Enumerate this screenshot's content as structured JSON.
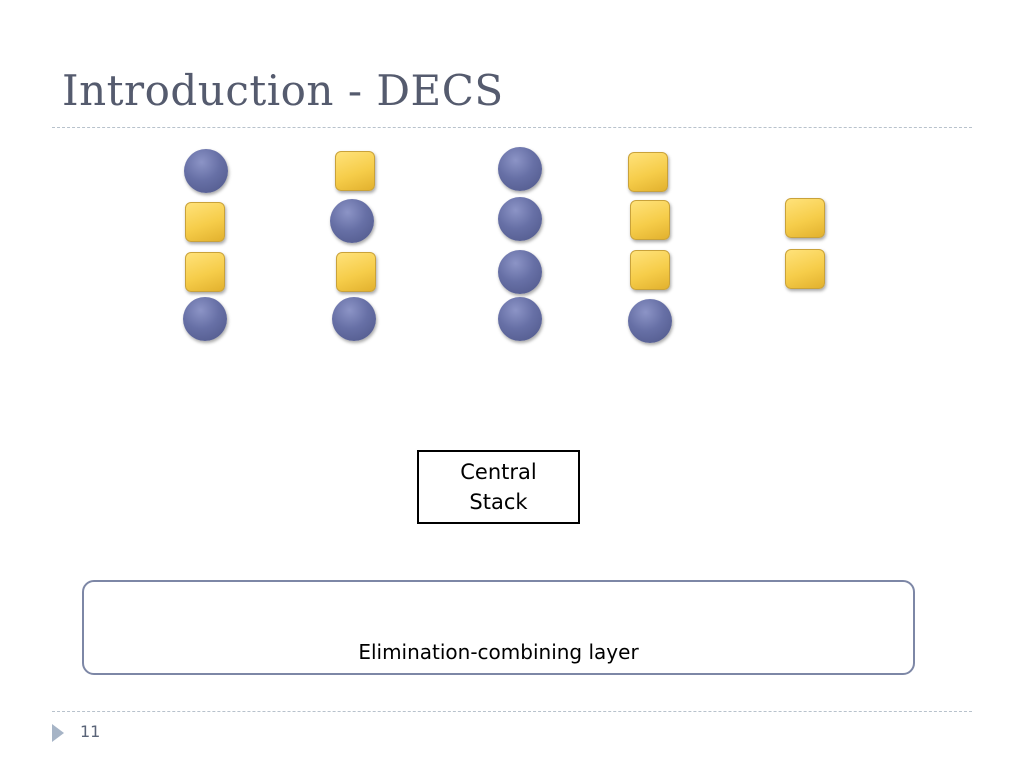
{
  "slide": {
    "title": "Introduction - DECS",
    "page_number": "11",
    "central_stack_label": "Central Stack",
    "layer_label": "Elimination-combining layer"
  },
  "colors": {
    "circle": "#6770a6",
    "square": "#f6cd4a",
    "title": "#555b6e"
  },
  "icons": [
    "circle-token-icon",
    "square-token-icon",
    "slide-arrow-icon"
  ]
}
